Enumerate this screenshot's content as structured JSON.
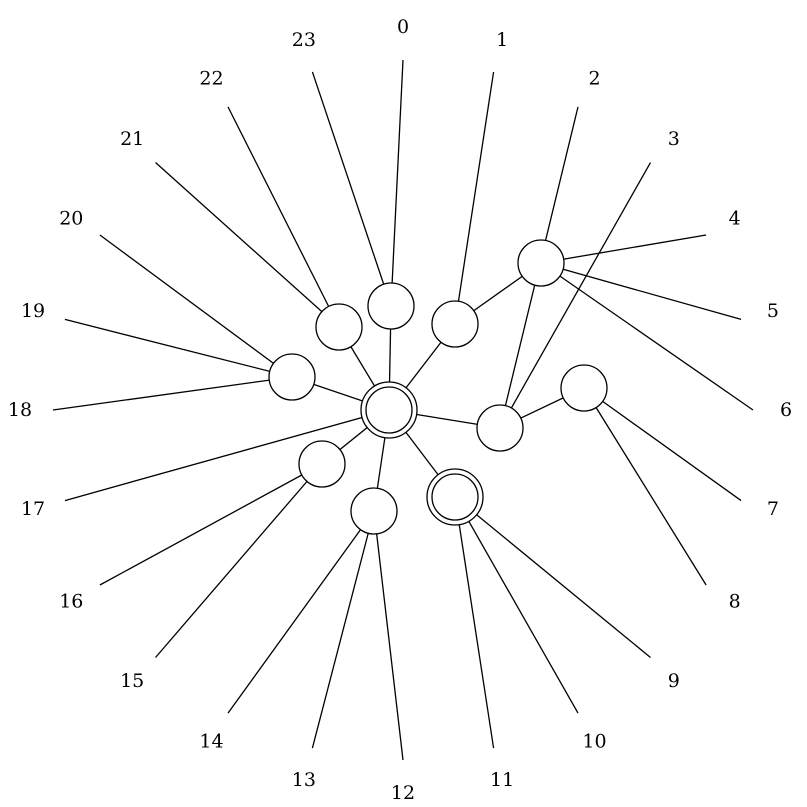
{
  "diagram": {
    "type": "tree",
    "leaves": [
      "0",
      "1",
      "2",
      "3",
      "4",
      "5",
      "6",
      "7",
      "8",
      "9",
      "10",
      "11",
      "12",
      "13",
      "14",
      "15",
      "16",
      "17",
      "18",
      "19",
      "20",
      "21",
      "22",
      "23"
    ],
    "internal_nodes": [
      {
        "id": "root",
        "double_ring": true
      },
      {
        "id": "n_0_23",
        "double_ring": false
      },
      {
        "id": "n_1_4_5_6",
        "double_ring": false
      },
      {
        "id": "n_4_5_6",
        "double_ring": false
      },
      {
        "id": "n_2_3_7_8",
        "double_ring": false
      },
      {
        "id": "n_7_8",
        "double_ring": false
      },
      {
        "id": "n_9_10_11",
        "double_ring": true
      },
      {
        "id": "n_12_13_14",
        "double_ring": false
      },
      {
        "id": "n_15_16",
        "double_ring": false
      },
      {
        "id": "n_18_19_20",
        "double_ring": false
      },
      {
        "id": "n_21_22",
        "double_ring": false
      }
    ],
    "edges": [
      [
        "root",
        "n_0_23"
      ],
      [
        "root",
        "n_1_4_5_6"
      ],
      [
        "root",
        "n_2_3_7_8"
      ],
      [
        "root",
        "n_9_10_11"
      ],
      [
        "root",
        "n_12_13_14"
      ],
      [
        "root",
        "n_15_16"
      ],
      [
        "root",
        "17"
      ],
      [
        "root",
        "n_18_19_20"
      ],
      [
        "root",
        "n_21_22"
      ],
      [
        "n_0_23",
        "0"
      ],
      [
        "n_0_23",
        "23"
      ],
      [
        "n_1_4_5_6",
        "1"
      ],
      [
        "n_1_4_5_6",
        "n_4_5_6"
      ],
      [
        "n_4_5_6",
        "4"
      ],
      [
        "n_4_5_6",
        "5"
      ],
      [
        "n_4_5_6",
        "6"
      ],
      [
        "n_2_3_7_8",
        "2"
      ],
      [
        "n_2_3_7_8",
        "3"
      ],
      [
        "n_2_3_7_8",
        "n_7_8"
      ],
      [
        "n_7_8",
        "7"
      ],
      [
        "n_7_8",
        "8"
      ],
      [
        "n_9_10_11",
        "9"
      ],
      [
        "n_9_10_11",
        "10"
      ],
      [
        "n_9_10_11",
        "11"
      ],
      [
        "n_12_13_14",
        "12"
      ],
      [
        "n_12_13_14",
        "13"
      ],
      [
        "n_12_13_14",
        "14"
      ],
      [
        "n_15_16",
        "15"
      ],
      [
        "n_15_16",
        "16"
      ],
      [
        "n_18_19_20",
        "18"
      ],
      [
        "n_18_19_20",
        "19"
      ],
      [
        "n_18_19_20",
        "20"
      ],
      [
        "n_21_22",
        "21"
      ],
      [
        "n_21_22",
        "22"
      ]
    ]
  }
}
